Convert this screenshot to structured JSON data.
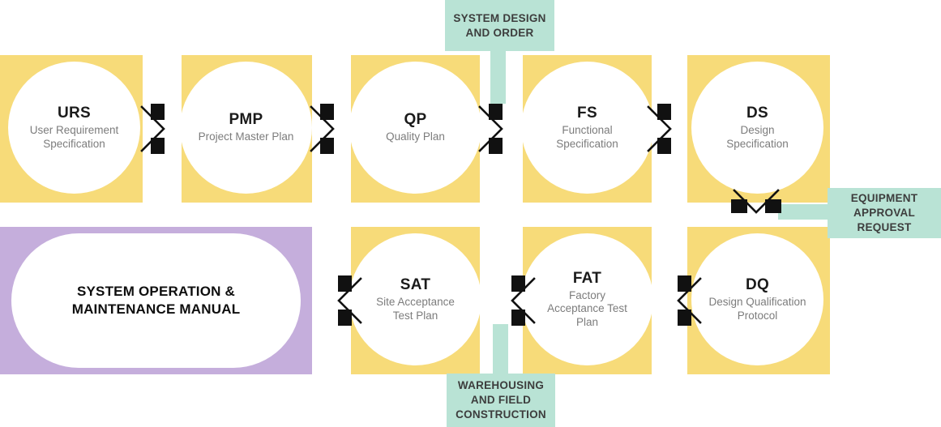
{
  "diagram": {
    "title": "Pharmaceutical system qualification V-model document flow",
    "colors": {
      "yellow": "#f7db79",
      "teal": "#b9e3d5",
      "purple": "#c5aedc",
      "arrow": "#111111",
      "code_text": "#1b1b1b",
      "desc_text": "#7c7c7c",
      "callout_text": "#3d3d3d",
      "canvas": "#ffffff"
    }
  },
  "top_row": [
    {
      "code": "URS",
      "desc": "User Requirement Specification"
    },
    {
      "code": "PMP",
      "desc": "Project Master Plan"
    },
    {
      "code": "QP",
      "desc": "Quality Plan"
    },
    {
      "code": "FS",
      "desc": "Functional Specification"
    },
    {
      "code": "DS",
      "desc": "Design Specification"
    }
  ],
  "bottom_row": [
    {
      "code": "SAT",
      "desc": "Site Acceptance Test Plan"
    },
    {
      "code": "FAT",
      "desc": "Factory Acceptance Test Plan"
    },
    {
      "code": "DQ",
      "desc": "Design Qualification Protocol"
    }
  ],
  "manual": {
    "label": "SYSTEM OPERATION & MAINTENANCE MANUAL"
  },
  "callouts": {
    "top": {
      "label": "SYSTEM DESIGN AND ORDER"
    },
    "right": {
      "label": "EQUIPMENT APPROVAL REQUEST"
    },
    "bottom": {
      "label": "WAREHOUSING AND FIELD CONSTRUCTION"
    }
  },
  "arrows": {
    "top_forward_count": 4,
    "bottom_backward_count": 3,
    "turn_down_count": 1,
    "direction_top": "right",
    "direction_bottom": "left"
  }
}
